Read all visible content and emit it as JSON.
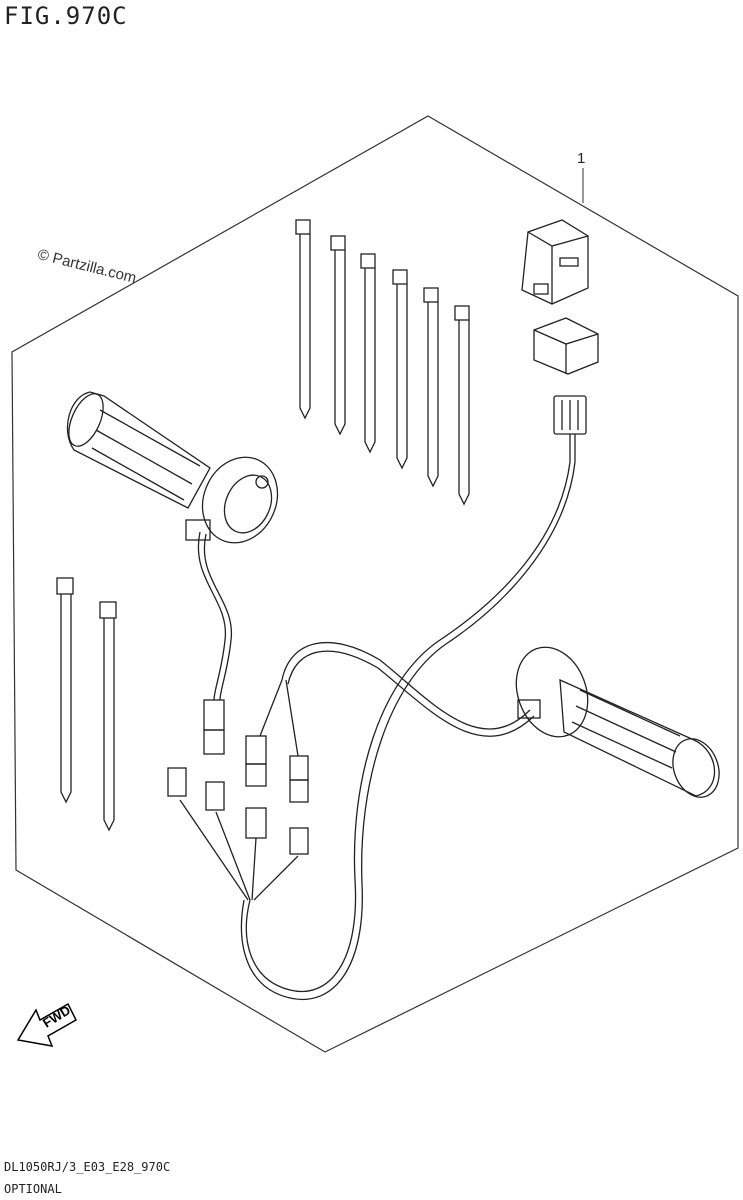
{
  "figure": {
    "title": "FIG.970C",
    "watermark": "© Partzilla.com",
    "callout_number": "1",
    "direction_label": "FWD",
    "drawing_code": "DL1050RJ/3_E03_E28_970C",
    "note": "OPTIONAL"
  },
  "icons": {
    "grips": "heated-grip-icon",
    "harness": "wire-harness-icon",
    "ties": "cable-tie-icon",
    "switch": "switch-unit-icon",
    "arrow": "fwd-arrow-icon"
  }
}
